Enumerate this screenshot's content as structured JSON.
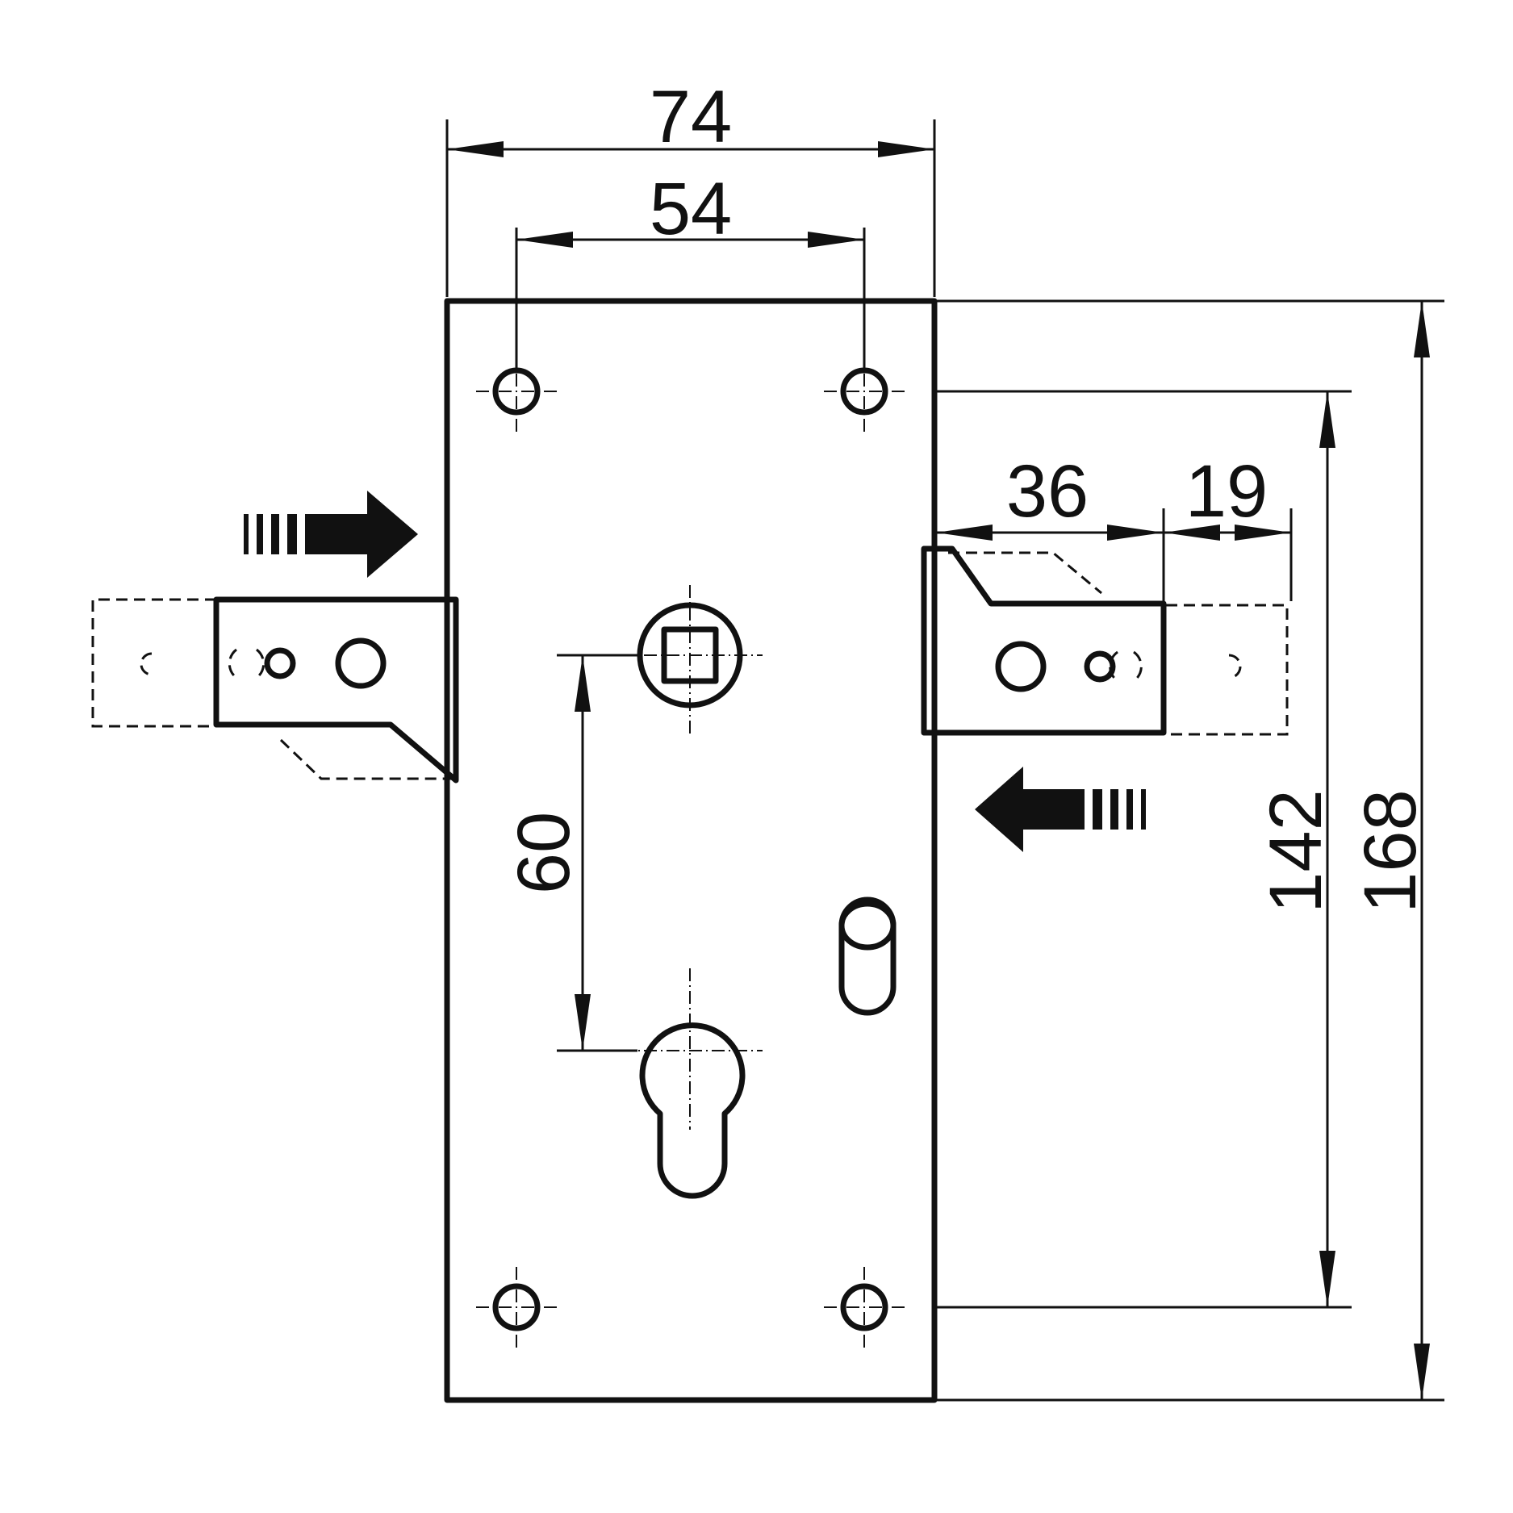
{
  "dimensions": {
    "overall_width": "74",
    "screw_spacing_horizontal": "54",
    "bolt_throw": "36",
    "bolt_extension": "19",
    "backset_spacing": "60",
    "screw_spacing_vertical": "142",
    "overall_height": "168"
  },
  "colors": {
    "plate_fill": "#e4e6e9",
    "line": "#111111"
  },
  "icons": {
    "left_arrow": "arrow-right-icon",
    "right_arrow": "arrow-left-icon"
  }
}
